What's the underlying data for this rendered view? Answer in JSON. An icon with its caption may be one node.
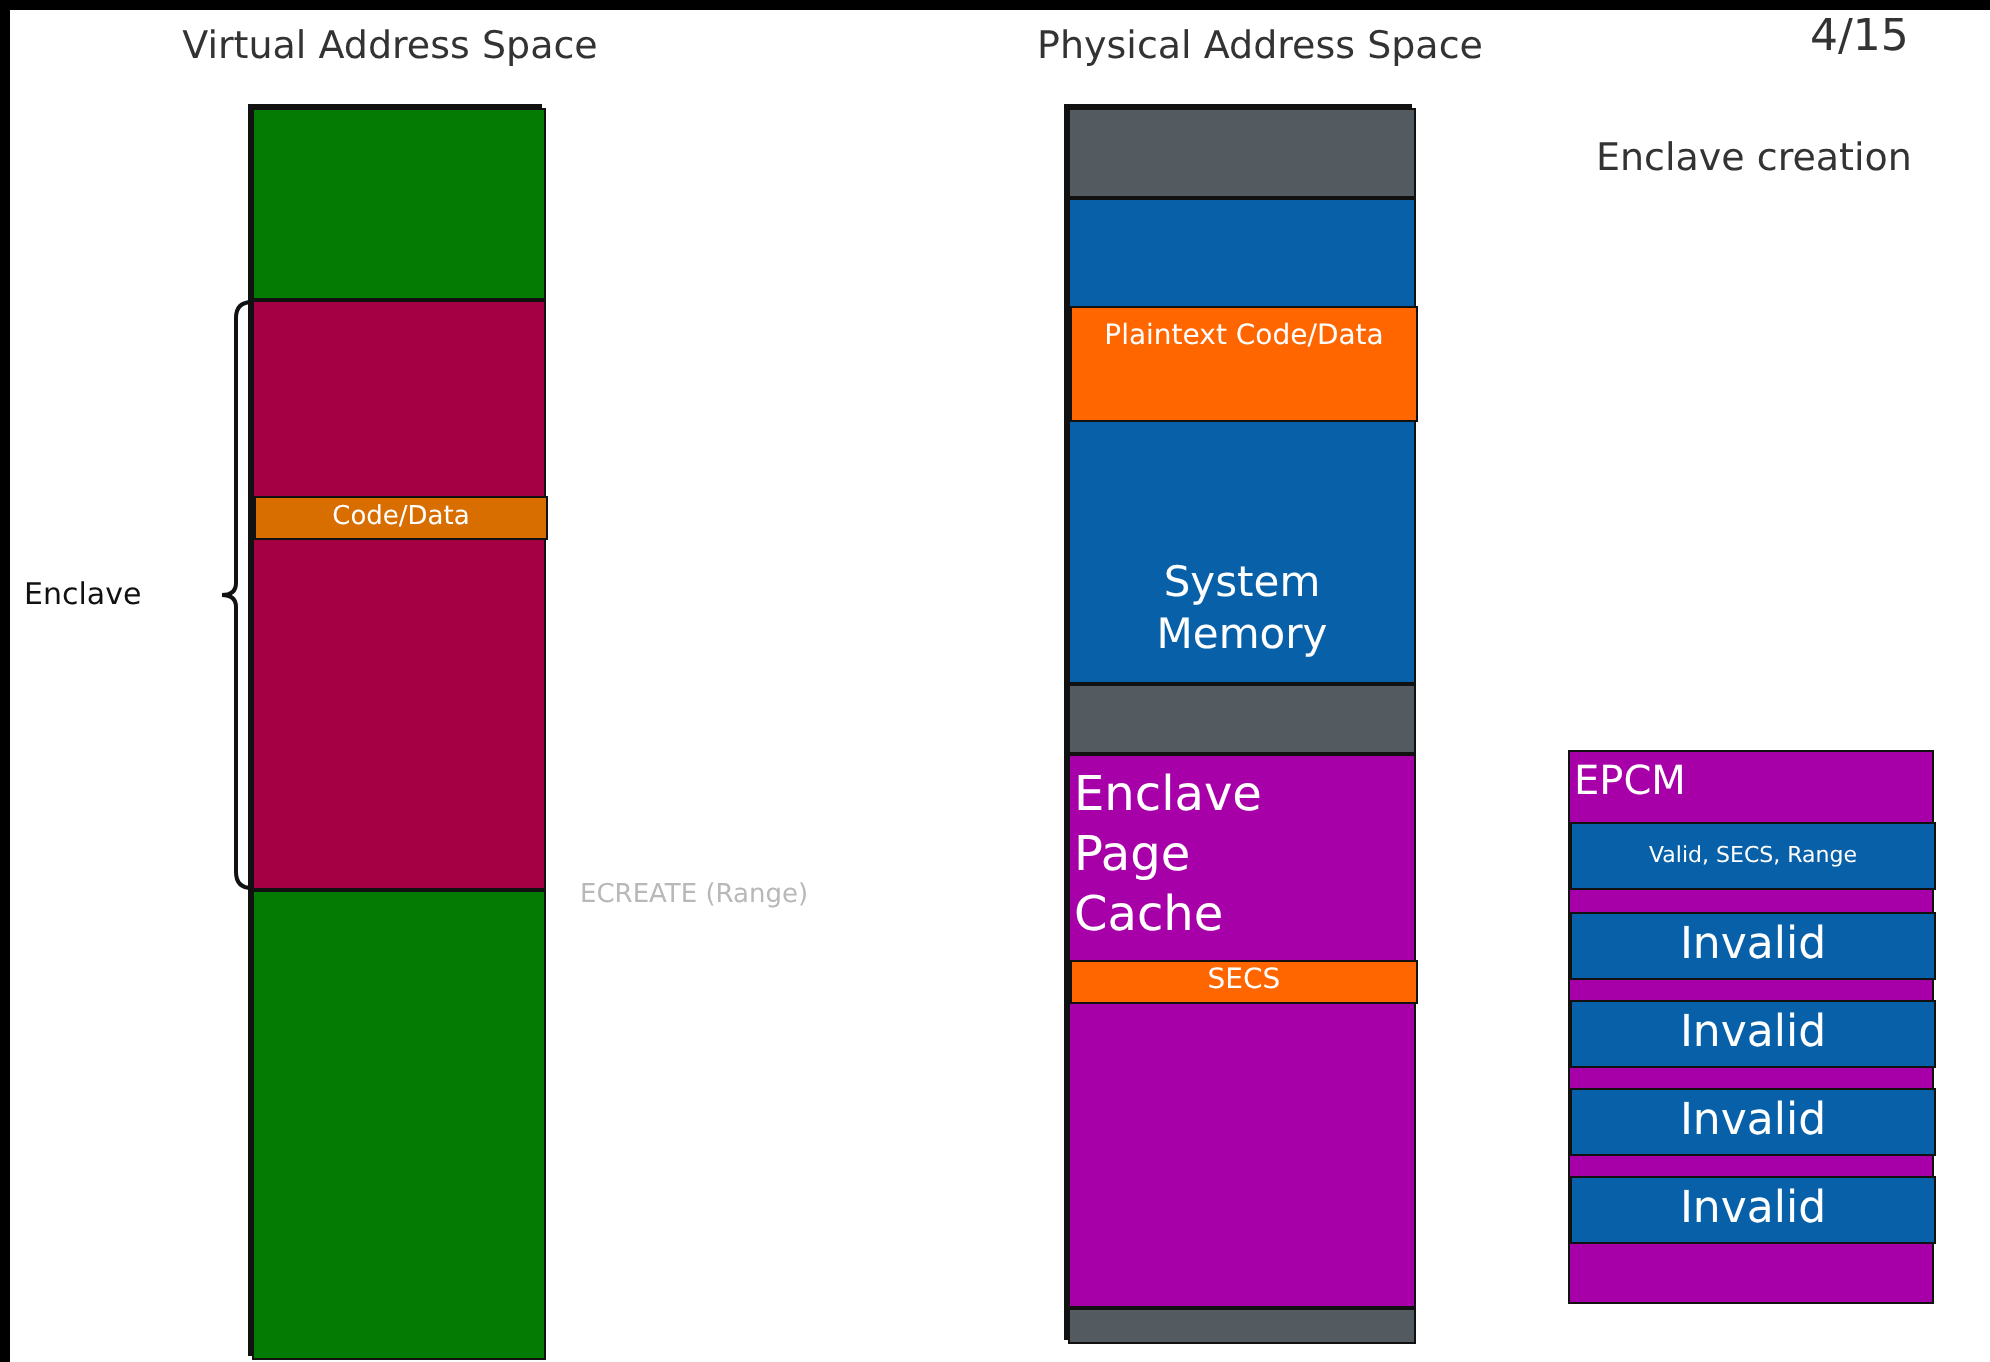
{
  "diagram": {
    "nodes": [
      {
        "text": [
          "Virtual Address Space"
        ]
      },
      {
        "text": [],
        "shape": "box",
        "in": 0
      },
      {
        "text": [],
        "shape": "box",
        "in": 0,
        "beside": [
          "Enclave"
        ]
      },
      {
        "text": [
          "Code/Data"
        ],
        "in": 2
      },
      {
        "text": [],
        "shape": "box",
        "in": 0
      },
      {
        "text": [
          "Physical Address Space"
        ]
      },
      {
        "text": [],
        "shape": "box",
        "in": 5
      },
      {
        "text": [
          "System Memory"
        ],
        "in": 5
      },
      {
        "text": [
          "Plaintext Code/Data"
        ],
        "in": 7
      },
      {
        "text": [],
        "shape": "box",
        "in": 5
      },
      {
        "text": [
          "Enclave Page Cache"
        ],
        "in": 5
      },
      {
        "text": [
          "SECS"
        ],
        "in": 10
      },
      {
        "text": [],
        "shape": "box",
        "in": 5
      },
      {
        "text": [
          "EPCM"
        ]
      },
      {
        "text": [
          "Valid, SECS, Range"
        ],
        "in": 13
      },
      {
        "text": [
          "Invalid"
        ],
        "in": 13
      },
      {
        "text": [
          "Invalid"
        ],
        "in": 13
      },
      {
        "text": [
          "Invalid"
        ],
        "in": 13
      },
      {
        "text": [
          "Invalid"
        ],
        "in": 13
      }
    ],
    "edges": [],
    "labels": [
      "4/15",
      "Enclave creation",
      "ECREATE (Range)"
    ]
  }
}
